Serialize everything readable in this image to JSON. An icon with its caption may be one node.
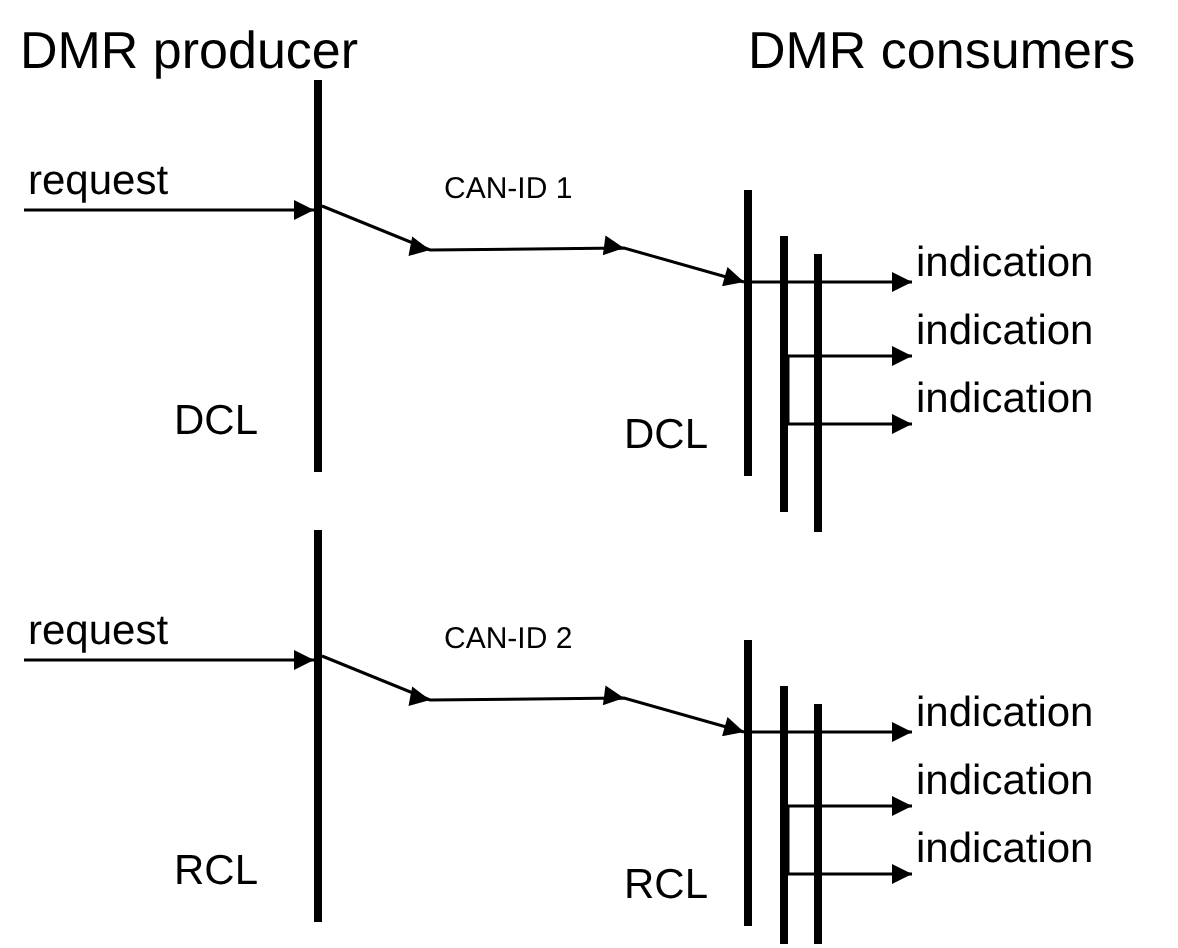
{
  "diagram": {
    "nodes": [
      {
        "text": [
          "request"
        ]
      },
      {
        "text": [],
        "shape": "bar",
        "beside": [
          "DCL"
        ]
      },
      {
        "text": [],
        "shape": "bar",
        "beside": [
          "DCL"
        ]
      },
      {
        "text": [],
        "shape": "bar"
      },
      {
        "text": [],
        "shape": "bar"
      },
      {
        "text": [
          "indication"
        ]
      },
      {
        "text": [
          "indication"
        ]
      },
      {
        "text": [
          "indication"
        ]
      },
      {
        "text": [
          "request"
        ]
      },
      {
        "text": [],
        "shape": "bar",
        "beside": [
          "RCL"
        ]
      },
      {
        "text": [],
        "shape": "bar",
        "beside": [
          "RCL"
        ]
      },
      {
        "text": [],
        "shape": "bar"
      },
      {
        "text": [],
        "shape": "bar"
      },
      {
        "text": [
          "indication"
        ]
      },
      {
        "text": [
          "indication"
        ]
      },
      {
        "text": [
          "indication"
        ]
      }
    ],
    "edges": [
      {
        "from": 0,
        "to": 1,
        "arrow": "to"
      },
      {
        "from": 1,
        "to": 2,
        "arrow": "to",
        "label": "CAN-ID 1"
      },
      {
        "from": 2,
        "to": 5,
        "arrow": "to"
      },
      {
        "from": 3,
        "to": 6,
        "arrow": "to"
      },
      {
        "from": 3,
        "to": 7,
        "arrow": "to"
      },
      {
        "from": 8,
        "to": 9,
        "arrow": "to"
      },
      {
        "from": 9,
        "to": 10,
        "arrow": "to",
        "label": "CAN-ID 2"
      },
      {
        "from": 10,
        "to": 13,
        "arrow": "to"
      },
      {
        "from": 11,
        "to": 14,
        "arrow": "to"
      },
      {
        "from": 11,
        "to": 15,
        "arrow": "to"
      }
    ],
    "labels": [
      "DMR producer",
      "DMR consumers"
    ]
  }
}
